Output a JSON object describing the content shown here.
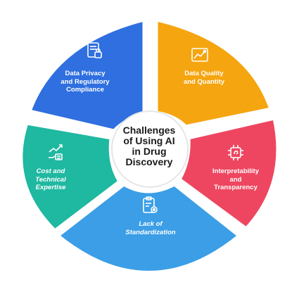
{
  "center": {
    "lines": [
      "Challenges",
      "of Using AI",
      "in Drug",
      "Discovery"
    ]
  },
  "segments": [
    {
      "id": "data-privacy",
      "color": "#2F6FE0",
      "icon": "document-lock-icon",
      "lines": [
        "Data Privacy",
        "and Regulatory",
        "Compliance"
      ]
    },
    {
      "id": "data-quality",
      "color": "#F5A50F",
      "icon": "chart-frame-icon",
      "lines": [
        "Data Quality",
        "and Quantity"
      ]
    },
    {
      "id": "interpretability",
      "color": "#EE4660",
      "icon": "brain-chip-icon",
      "lines": [
        "Interpretability",
        "and",
        "Transparency"
      ]
    },
    {
      "id": "standardization",
      "color": "#3B9EE6",
      "icon": "clipboard-gear-icon",
      "lines": [
        "Lack of",
        "Standardization"
      ]
    },
    {
      "id": "cost-expertise",
      "color": "#1FB8A0",
      "icon": "hand-growth-icon",
      "lines": [
        "Cost and",
        "Technical",
        "Expertise"
      ]
    }
  ]
}
